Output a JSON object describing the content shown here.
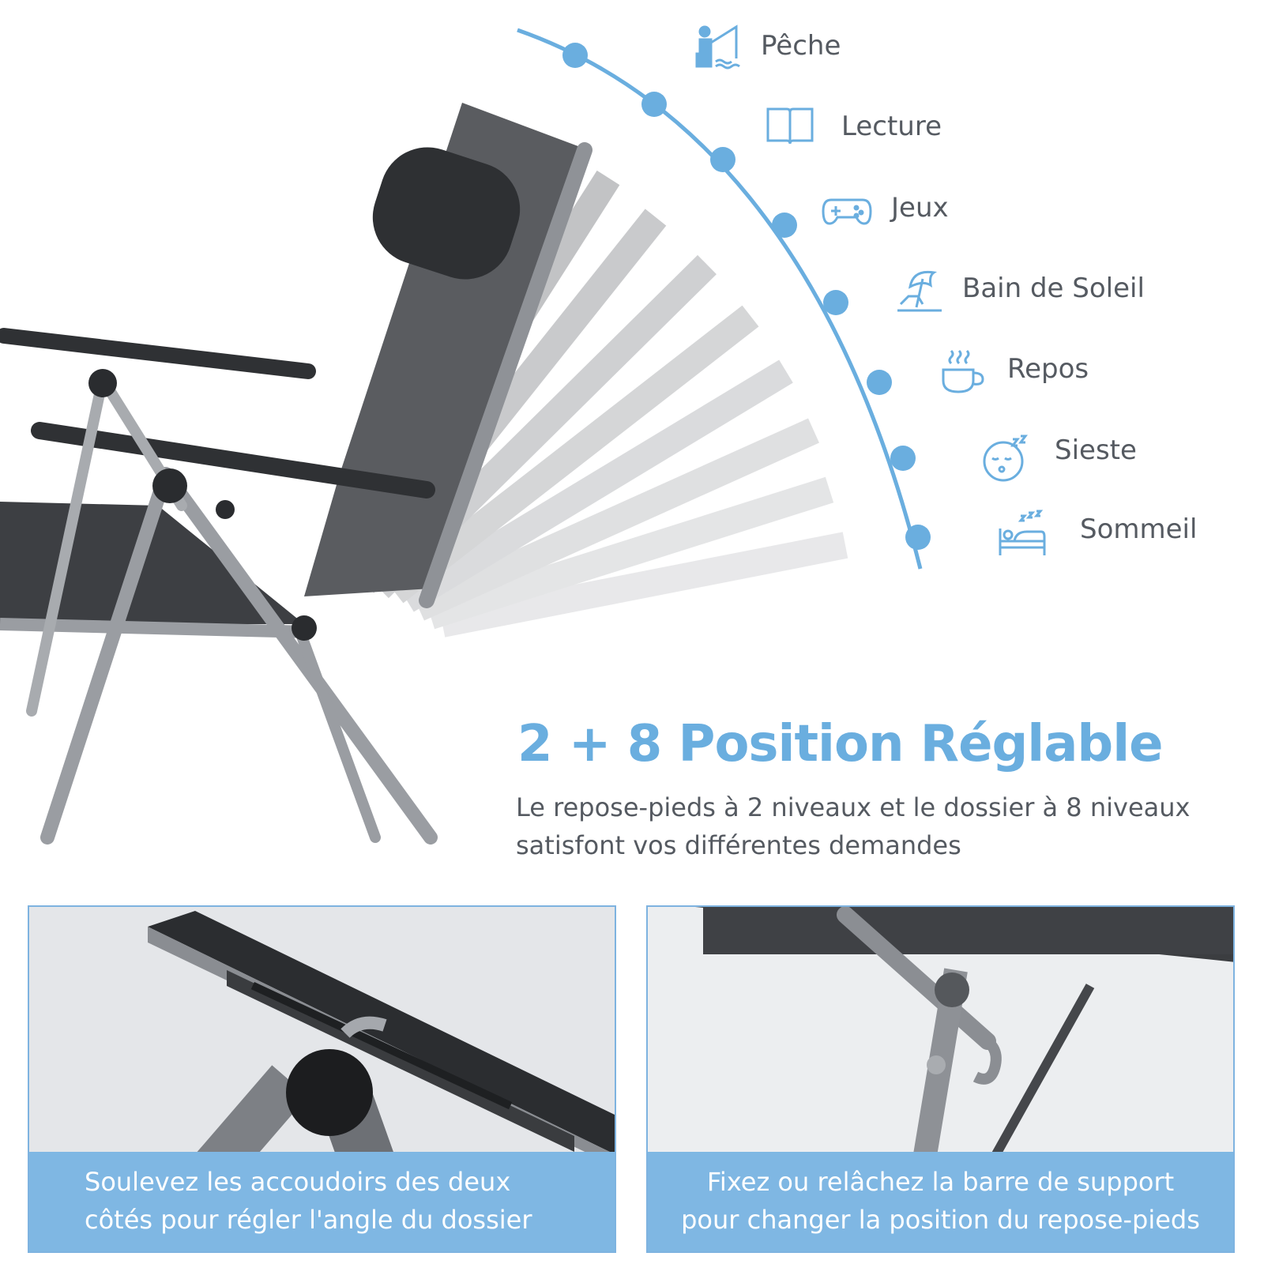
{
  "colors": {
    "accent_blue": "#6aaedf",
    "caption_bg": "#7fb7e3",
    "text_gray": "#555a61",
    "frame_gray": "#9a9da2",
    "fabric_dark": "#4a4c50"
  },
  "positions": [
    {
      "label": "Pêche",
      "icon": "fishing-icon"
    },
    {
      "label": "Lecture",
      "icon": "book-icon"
    },
    {
      "label": "Jeux",
      "icon": "gamepad-icon"
    },
    {
      "label": "Bain de Soleil",
      "icon": "beach-umbrella-icon"
    },
    {
      "label": "Repos",
      "icon": "coffee-cup-icon"
    },
    {
      "label": "Sieste",
      "icon": "sleepy-face-icon"
    },
    {
      "label": "Sommeil",
      "icon": "bed-icon"
    }
  ],
  "headline": "2 + 8 Position Réglable",
  "subline": "Le repose-pieds à 2 niveaux et le dossier à 8 niveaux satisfont vos différentes demandes",
  "panels": {
    "left": {
      "caption_line1": "Soulevez les accoudoirs des deux",
      "caption_line2": "côtés pour régler l'angle du dossier"
    },
    "right": {
      "caption_line1": "Fixez ou relâchez la barre de support",
      "caption_line2": "pour changer la position du repose-pieds"
    }
  }
}
